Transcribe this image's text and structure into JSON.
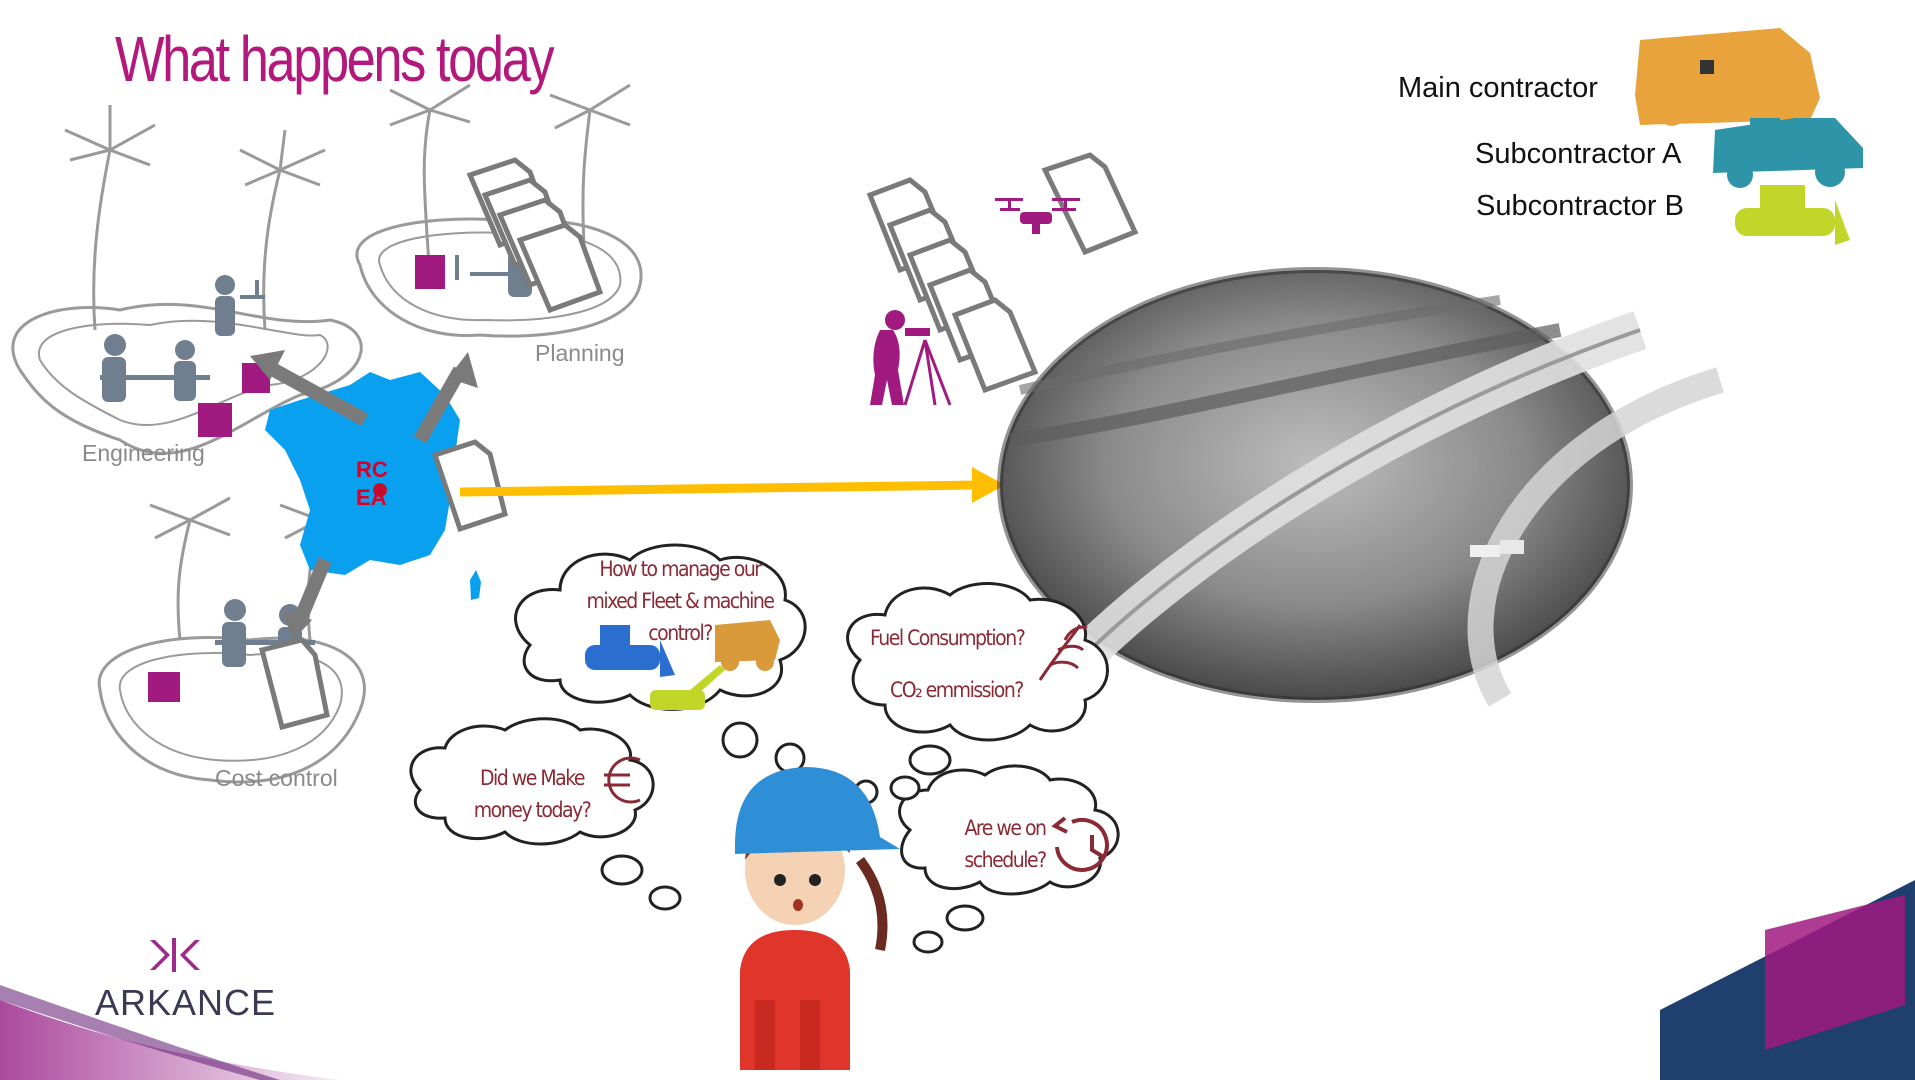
{
  "title": "What happens today",
  "legend": {
    "main_contractor": "Main contractor",
    "subcontractor_a": "Subcontractor A",
    "subcontractor_b": "Subcontractor B"
  },
  "offices": {
    "engineering": "Engineering",
    "planning": "Planning",
    "cost_control": "Cost control"
  },
  "hq_label": {
    "line1": "RC",
    "line2": "EA"
  },
  "thoughts": {
    "fleet_line1": "How to manage our",
    "fleet_line2": "mixed Fleet & machine",
    "fleet_line3": "control?",
    "fuel_line1": "Fuel Consumption?",
    "fuel_line2": "CO₂ emmission?",
    "money_line1": "Did we Make",
    "money_line2": "money today?",
    "schedule_line1": "Are we on",
    "schedule_line2": "schedule?"
  },
  "brand": {
    "name": "ARKANCE"
  },
  "colors": {
    "title": "#b3197d",
    "main_contractor": "#e8a33c",
    "subcontractor_a": "#2e94a8",
    "subcontractor_b": "#c2d62a",
    "france_map": "#0aa0f0",
    "main_arrow": "#ffbf00",
    "thought_text": "#8a2a35"
  },
  "icons": [
    "dump-truck-icon",
    "drone-icon",
    "surveyor-icon",
    "document-icon",
    "euro-icon",
    "schedule-icon",
    "leaf-icon",
    "bulldozer-icon",
    "excavator-icon",
    "palm-tree-icon",
    "worker-icon"
  ]
}
